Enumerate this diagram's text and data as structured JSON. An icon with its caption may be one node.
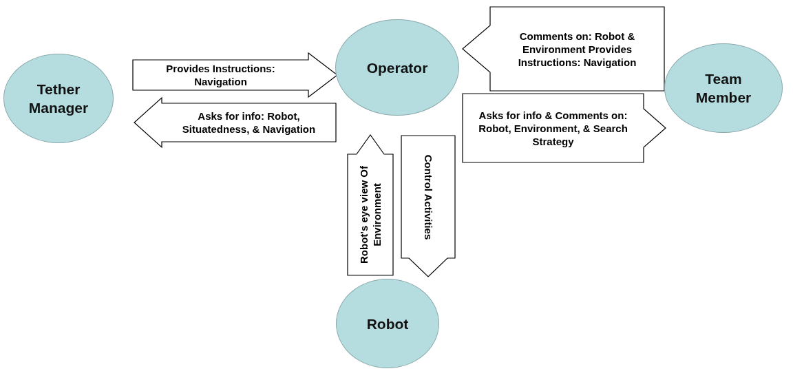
{
  "diagram": {
    "nodes": [
      {
        "text": [
          "Tether Manager"
        ]
      },
      {
        "text": [
          "Operator"
        ]
      },
      {
        "text": [
          "Team Member"
        ]
      },
      {
        "text": [
          "Robot"
        ]
      }
    ],
    "edges": [
      {
        "from": 0,
        "to": 1,
        "arrow": "to",
        "label": "Provides Instructions: Navigation"
      },
      {
        "from": 1,
        "to": 0,
        "arrow": "to",
        "label": "Asks for info: Robot, Situatedness, & Navigation"
      },
      {
        "from": 2,
        "to": 1,
        "arrow": "to",
        "label": "Comments on: Robot & Environment Provides Instructions: Navigation"
      },
      {
        "from": 1,
        "to": 2,
        "arrow": "to",
        "label": "Asks for info & Comments on: Robot, Environment, & Search Strategy"
      },
      {
        "from": 3,
        "to": 1,
        "arrow": "to",
        "label": "Robot's eye view Of Environment"
      },
      {
        "from": 1,
        "to": 3,
        "arrow": "to",
        "label": "Control Activities"
      }
    ]
  }
}
